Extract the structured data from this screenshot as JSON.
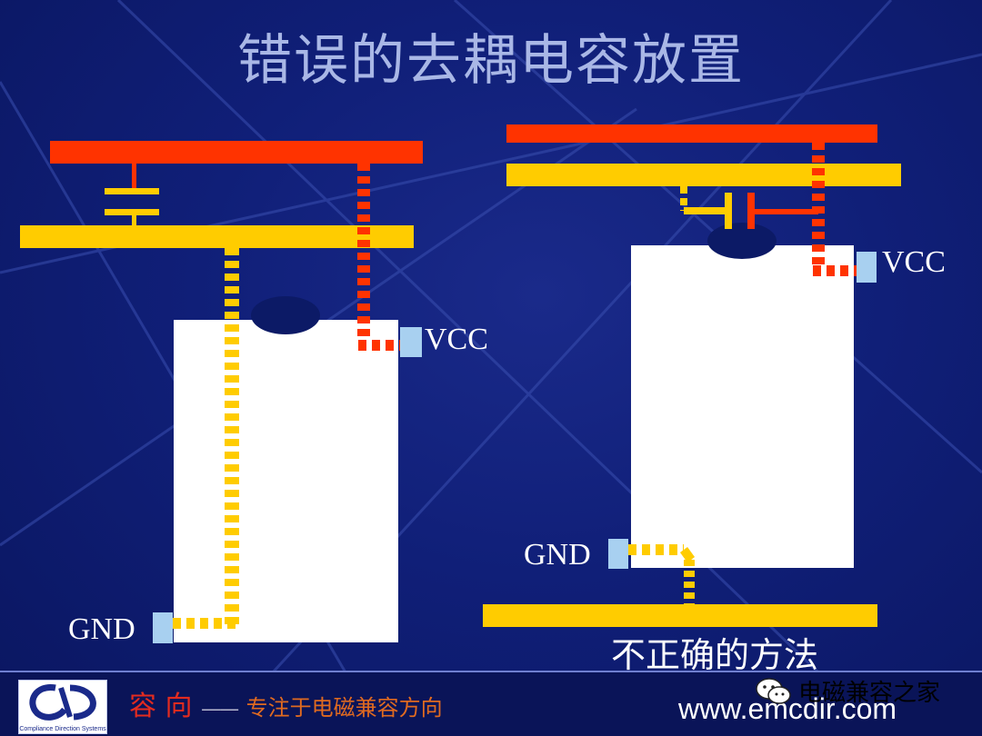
{
  "slide": {
    "title": "错误的去耦电容放置",
    "caption": "不正确的方法",
    "colors": {
      "background": "#101f78",
      "vcc_plane": "#ff3300",
      "gnd_plane": "#ffcc00",
      "chip": "#ffffff",
      "pin": "#a8d0f0"
    }
  },
  "left_diagram": {
    "vcc_label": "VCC",
    "gnd_label": "GND"
  },
  "right_diagram": {
    "vcc_label": "VCC",
    "gnd_label": "GND"
  },
  "footer": {
    "slogan_part1": "容 向",
    "slogan_dash": "——",
    "slogan_part2": "专注于电磁兼容方向",
    "logo_caption": "Compliance Direction Systems",
    "brand_name": "电磁兼容之家",
    "website": "www.emcdir.com",
    "icons": [
      "cd-logo-icon",
      "wechat-icon"
    ]
  }
}
